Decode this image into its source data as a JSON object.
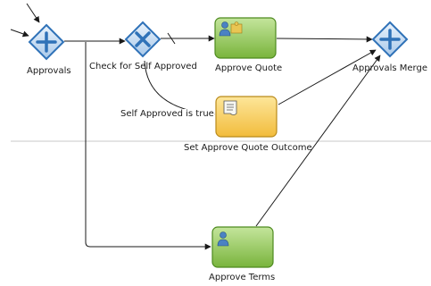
{
  "nodes": {
    "approvals": {
      "label": "Approvals",
      "type": "parallel-gateway",
      "color": "#2f72b8"
    },
    "check_self": {
      "label": "Check for Self Approved",
      "type": "exclusive-gateway",
      "color": "#2f72b8"
    },
    "approve_quote": {
      "label": "Approve Quote",
      "type": "user-task",
      "color": "#8fc454"
    },
    "approvals_merge": {
      "label": "Approvals Merge",
      "type": "parallel-gateway",
      "color": "#2f72b8"
    },
    "set_outcome": {
      "label": "Set Approve Quote Outcome",
      "type": "script-task",
      "color": "#f5c84a"
    },
    "approve_terms": {
      "label": "Approve Terms",
      "type": "user-task",
      "color": "#8fc454"
    }
  },
  "edges": {
    "self_approved": {
      "label": "Self Approved is true"
    }
  },
  "colors": {
    "swimlane_divider": "#c8c8c8",
    "flow_line": "#1a1a1a"
  }
}
